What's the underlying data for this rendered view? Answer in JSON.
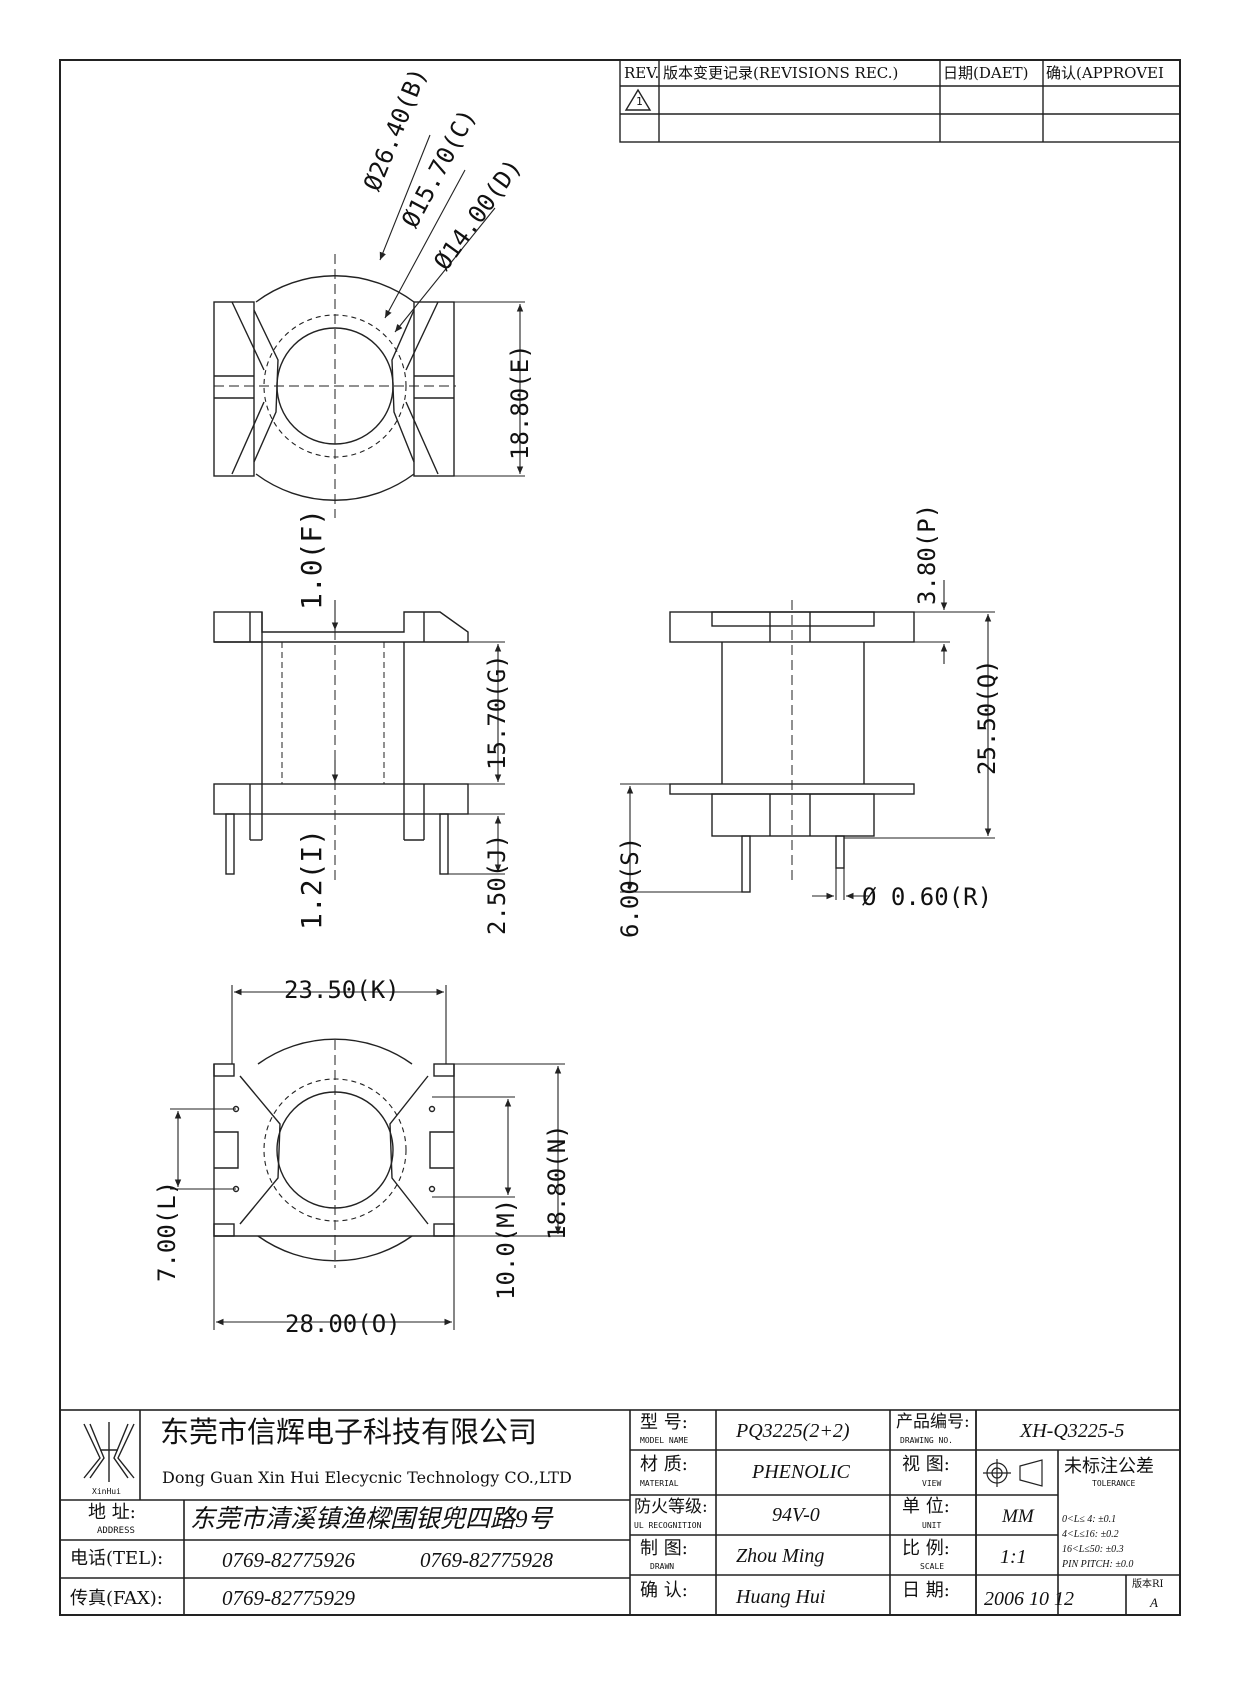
{
  "revision_table": {
    "headers": [
      "REV.",
      "版本变更记录(REVISIONS REC.)",
      "日期(DAET)",
      "确认(APPROVEI"
    ],
    "rev_symbol": "1"
  },
  "dimensions": {
    "B": "Ø26.40(B)",
    "C": "Ø15.70(C)",
    "D": "Ø14.00(D)",
    "E": "18.80(E)",
    "F": "1.0(F)",
    "G": "15.70(G)",
    "I": "1.2(I)",
    "J": "2.50(J)",
    "P": "3.80(P)",
    "Q": "25.50(Q)",
    "R": "Ø 0.60(R)",
    "S": "6.00(S)",
    "K": "23.50(K)",
    "L": "7.00(L)",
    "M": "10.0(M)",
    "N": "18.80(N)",
    "O": "28.00(O)"
  },
  "title_block": {
    "logo_text": "XinHui",
    "company_cn": "东莞市信辉电子科技有限公司",
    "company_en": "Dong Guan Xin Hui Elecycnic Technology CO.,LTD",
    "address_label": "地 址:",
    "address_label_en": "ADDRESS",
    "address": "东莞市清溪镇渔樑围银兜四路9号",
    "tel_label": "电话(TEL):",
    "tel1": "0769-82775926",
    "tel2": "0769-82775928",
    "fax_label": "传真(FAX):",
    "fax": "0769-82775929",
    "model_label": "型 号:",
    "model_label_en": "MODEL NAME",
    "model": "PQ3225(2+2)",
    "material_label": "材 质:",
    "material_label_en": "MATERIAL",
    "material": "PHENOLIC",
    "ul_label": "防火等级:",
    "ul_label_en": "UL RECOGNITION",
    "ul": "94V-0",
    "drawn_label": "制 图:",
    "drawn_label_en": "DRAWN",
    "drawn": "Zhou Ming",
    "check_label": "确 认:",
    "check": "Huang Hui",
    "drawing_no_label": "产品编号:",
    "drawing_no_label_en": "DRAWING NO.",
    "drawing_no": "XH-Q3225-5",
    "view_label": "视 图:",
    "view_label_en": "VIEW",
    "unit_label": "单 位:",
    "unit_label_en": "UNIT",
    "unit": "MM",
    "scale_label": "比 例:",
    "scale_label_en": "SCALE",
    "scale": "1:1",
    "date_label": "日 期:",
    "date": "2006 10 12",
    "tolerance_label": "未标注公差",
    "tolerance_label_en": "TOLERANCE",
    "tolerances": [
      "0<L≤ 4:  ±0.1",
      "4<L≤16:  ±0.2",
      "16<L≤50: ±0.3",
      "PIN PITCH: ±0.0"
    ],
    "version_label": "版本RI",
    "version": "A"
  }
}
